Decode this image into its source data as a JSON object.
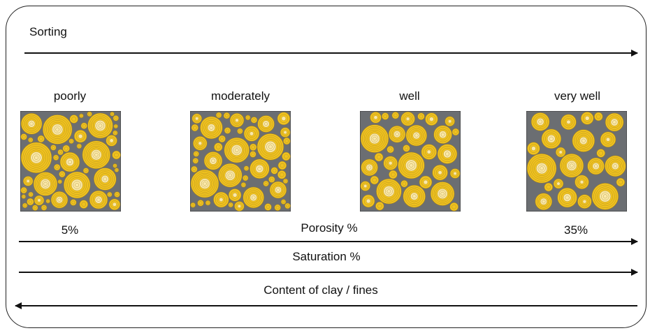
{
  "sorting": {
    "title": "Sorting"
  },
  "panels": [
    {
      "label": "poorly"
    },
    {
      "label": "moderately"
    },
    {
      "label": "well"
    },
    {
      "label": "very well"
    }
  ],
  "porosity": {
    "low": "5%",
    "title": "Porosity %",
    "high": "35%"
  },
  "saturation": {
    "title": "Saturation %"
  },
  "clay": {
    "title": "Content of clay / fines"
  },
  "colors": {
    "grain": "#f0c21e",
    "grain_core": "#fbe9a8",
    "ring": "#9a7d2a",
    "pore": "#6b6e72",
    "arrow": "#111111"
  }
}
